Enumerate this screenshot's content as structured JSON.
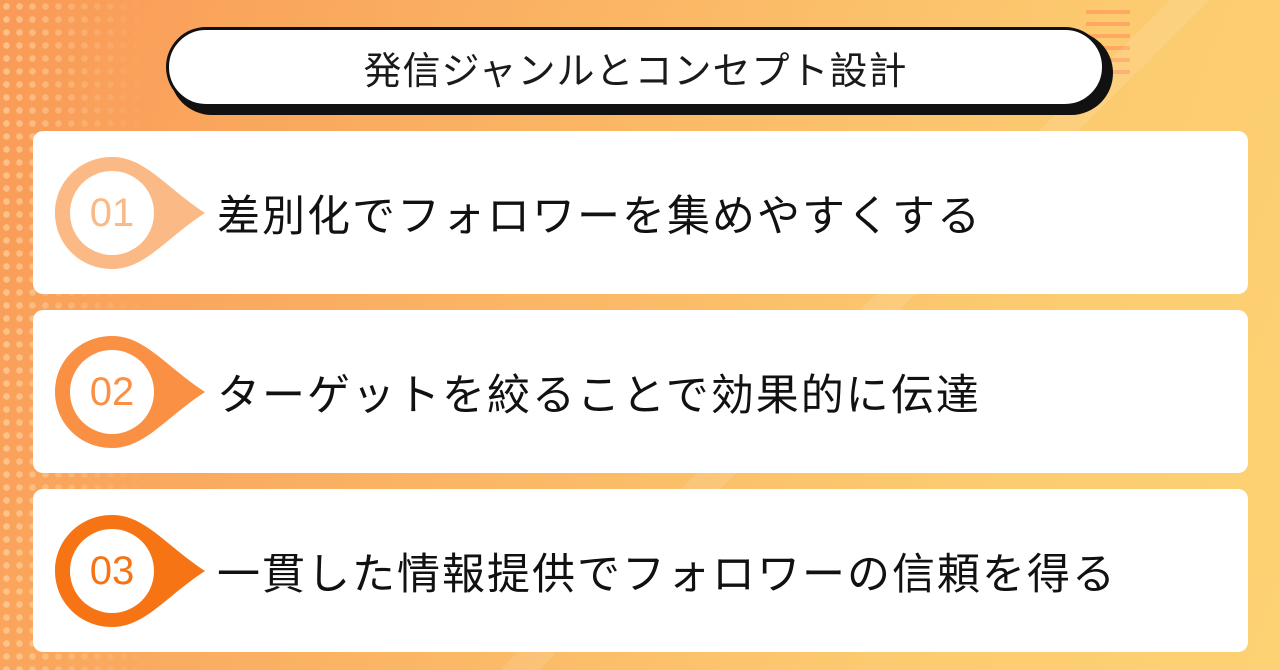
{
  "title": "発信ジャンルとコンセプト設計",
  "items": [
    {
      "number": "01",
      "text": "差別化でフォロワーを集めやすくする",
      "color": "#fbb986"
    },
    {
      "number": "02",
      "text": "ターゲットを絞ることで効果的に伝達",
      "color": "#f99044"
    },
    {
      "number": "03",
      "text": "一貫した情報提供でフォロワーの信頼を得る",
      "color": "#f67414"
    }
  ]
}
